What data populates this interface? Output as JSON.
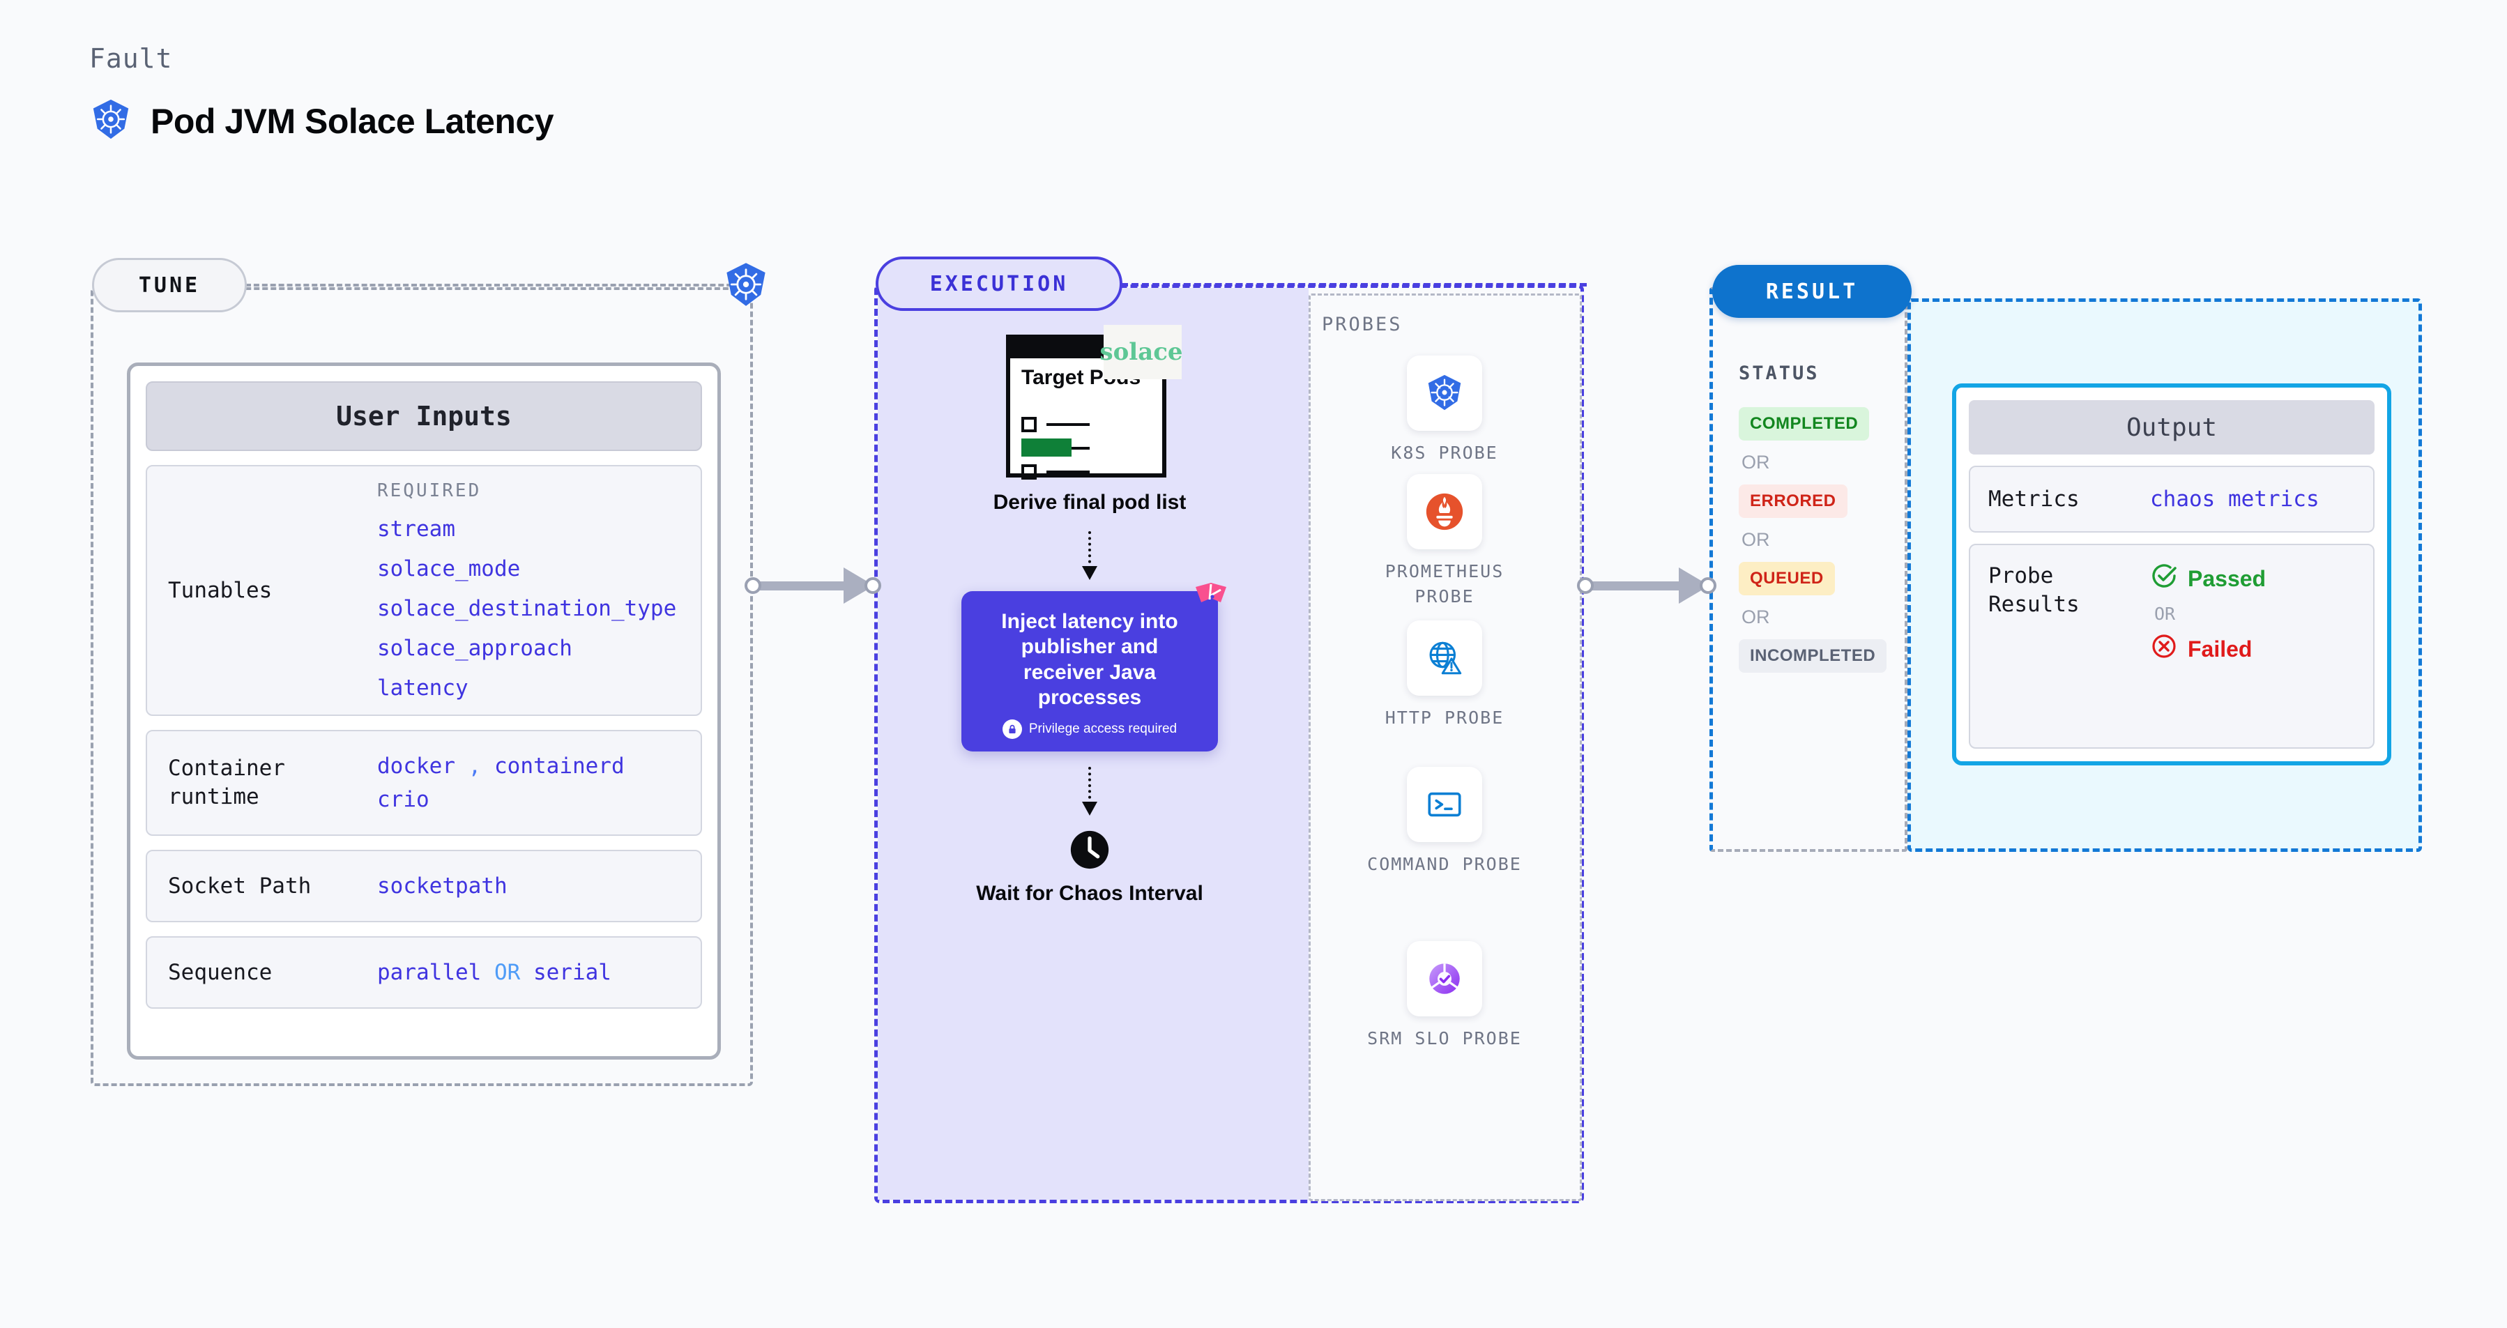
{
  "header": {
    "kicker": "Fault",
    "title": "Pod JVM Solace Latency",
    "icon": "kubernetes-icon"
  },
  "tune": {
    "pill_label": "TUNE",
    "node_icon": "kubernetes-icon",
    "card_title": "User Inputs",
    "tunables": {
      "key": "Tunables",
      "required_label": "REQUIRED",
      "items": [
        "stream",
        "solace_mode",
        "solace_destination_type",
        "solace_approach",
        "latency"
      ]
    },
    "container_runtime": {
      "key": "Container runtime",
      "values": [
        "docker",
        "containerd",
        "crio"
      ],
      "separator": ","
    },
    "socket_path": {
      "key": "Socket Path",
      "value": "socketpath"
    },
    "sequence": {
      "key": "Sequence",
      "value_a": "parallel",
      "or": "OR",
      "value_b": "serial"
    }
  },
  "execution": {
    "pill_label": "EXECUTION",
    "doc": {
      "title": "Target Pods",
      "brand": "solace",
      "brand_icon": "solace-logo"
    },
    "step1_caption": "Derive final pod list",
    "inject": {
      "text": "Inject latency into publisher and receiver Java processes",
      "privilege_note": "Privilege access required",
      "privilege_icon": "lock-icon",
      "corner_icon": "chaos-badge-icon"
    },
    "wait": {
      "caption": "Wait for Chaos Interval",
      "icon": "clock-icon"
    },
    "probes": {
      "title": "PROBES",
      "items": [
        {
          "label": "K8S PROBE",
          "icon": "kubernetes-icon"
        },
        {
          "label": "PROMETHEUS PROBE",
          "icon": "prometheus-icon"
        },
        {
          "label": "HTTP PROBE",
          "icon": "globe-warning-icon"
        },
        {
          "label": "COMMAND PROBE",
          "icon": "terminal-icon"
        },
        {
          "label": "SRM SLO PROBE",
          "icon": "srm-slo-icon"
        }
      ]
    }
  },
  "result": {
    "pill_label": "RESULT",
    "status_title": "STATUS",
    "statuses": [
      {
        "label": "COMPLETED",
        "bg": "#d9f5dc",
        "fg": "#12861f"
      },
      {
        "label": "ERRORED",
        "bg": "#fce9e7",
        "fg": "#cf2418"
      },
      {
        "label": "QUEUED",
        "bg": "#fdeec4",
        "fg": "#cf2418"
      },
      {
        "label": "INCOMPLETED",
        "bg": "#eceef3",
        "fg": "#5a6274"
      }
    ],
    "or_label": "OR",
    "output": {
      "title": "Output",
      "metrics": {
        "key": "Metrics",
        "value": "chaos metrics"
      },
      "probe_results": {
        "key": "Probe Results",
        "passed": "Passed",
        "or": "OR",
        "failed": "Failed",
        "passed_icon": "check-circle-icon",
        "failed_icon": "x-circle-icon"
      }
    }
  },
  "colors": {
    "accent_purple": "#4a3fe0",
    "accent_blue": "#0e73cd",
    "k8s_blue": "#326ce5",
    "pass_green": "#1f9d34",
    "fail_red": "#e01b1b"
  }
}
